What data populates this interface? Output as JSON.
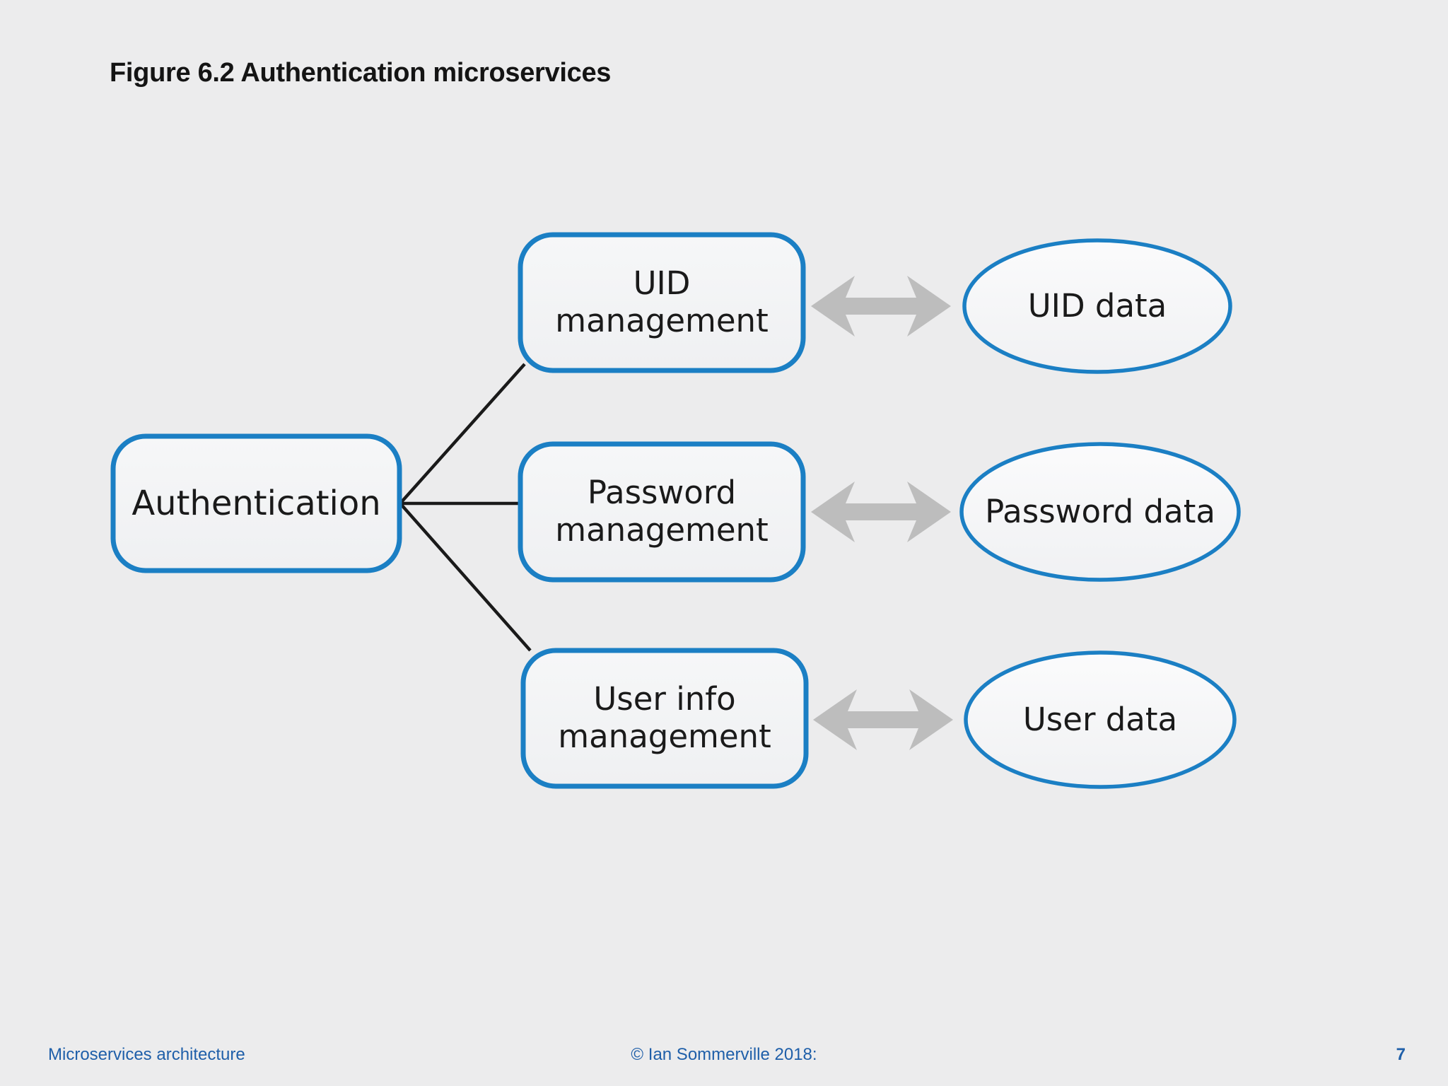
{
  "slide": {
    "title": "Figure 6.2 Authentication microservices",
    "background_color": "#ececed"
  },
  "colors": {
    "node_border": "#1b7fc4",
    "node_fill": "#f2f3f5",
    "connector": "#1a1a1a",
    "arrow": "#bdbdbd",
    "title_text": "#141414",
    "node_text": "#1a1a1a",
    "footer_text": "#1f5fa9"
  },
  "diagram": {
    "type": "node-link",
    "root": {
      "name": "authentication-node",
      "shape": "rounded-rect",
      "label": "Authentication"
    },
    "services": [
      {
        "name": "uid-management-node",
        "shape": "rounded-rect",
        "label": "UID\nmanagement"
      },
      {
        "name": "password-management-node",
        "shape": "rounded-rect",
        "label": "Password\nmanagement"
      },
      {
        "name": "user-info-management-node",
        "shape": "rounded-rect",
        "label": "User info\nmanagement"
      }
    ],
    "stores": [
      {
        "name": "uid-data-node",
        "shape": "ellipse",
        "label": "UID data"
      },
      {
        "name": "password-data-node",
        "shape": "ellipse",
        "label": "Password data"
      },
      {
        "name": "user-data-node",
        "shape": "ellipse",
        "label": "User data"
      }
    ],
    "connectors": [
      {
        "name": "connector-auth-to-uid",
        "from": "Authentication",
        "to": "UID management",
        "style": "plain-line"
      },
      {
        "name": "connector-auth-to-password",
        "from": "Authentication",
        "to": "Password management",
        "style": "plain-line"
      },
      {
        "name": "connector-auth-to-userinfo",
        "from": "Authentication",
        "to": "User info management",
        "style": "plain-line"
      }
    ],
    "data_links": [
      {
        "name": "arrow-uid-management-uid-data",
        "from": "UID management",
        "to": "UID data",
        "style": "double-headed-arrow"
      },
      {
        "name": "arrow-password-management-password-data",
        "from": "Password management",
        "to": "Password data",
        "style": "double-headed-arrow"
      },
      {
        "name": "arrow-user-info-management-user-data",
        "from": "User info management",
        "to": "User data",
        "style": "double-headed-arrow"
      }
    ]
  },
  "footer": {
    "left": "Microservices architecture",
    "center": "© Ian Sommerville 2018:",
    "page": "7"
  }
}
